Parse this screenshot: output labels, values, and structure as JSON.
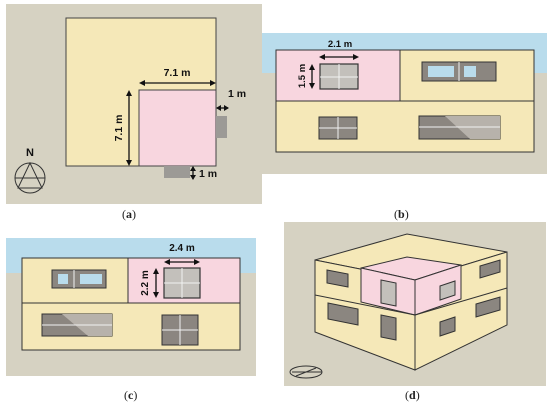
{
  "panels": {
    "a": {
      "caption_open": "(",
      "caption_letter": "a",
      "caption_close": ")",
      "width_label": "7.1 m",
      "height_label": "7.1 m",
      "right_gap_label": "1 m",
      "bottom_gap_label": "1 m",
      "north_label": "N"
    },
    "b": {
      "caption_open": "(",
      "caption_letter": "b",
      "caption_close": ")",
      "width_label": "2.1 m",
      "height_label": "1.5 m"
    },
    "c": {
      "caption_open": "(",
      "caption_letter": "c",
      "caption_close": ")",
      "width_label": "2.4 m",
      "height_label": "2.2 m"
    },
    "d": {
      "caption_open": "(",
      "caption_letter": "d",
      "caption_close": ")"
    }
  },
  "colors": {
    "ground": "#d6d2c2",
    "sky": "#b9dcec",
    "wall": "#f5e8b8",
    "zone": "#f8d6df",
    "window": "#8b8680",
    "stroke": "#222222"
  }
}
